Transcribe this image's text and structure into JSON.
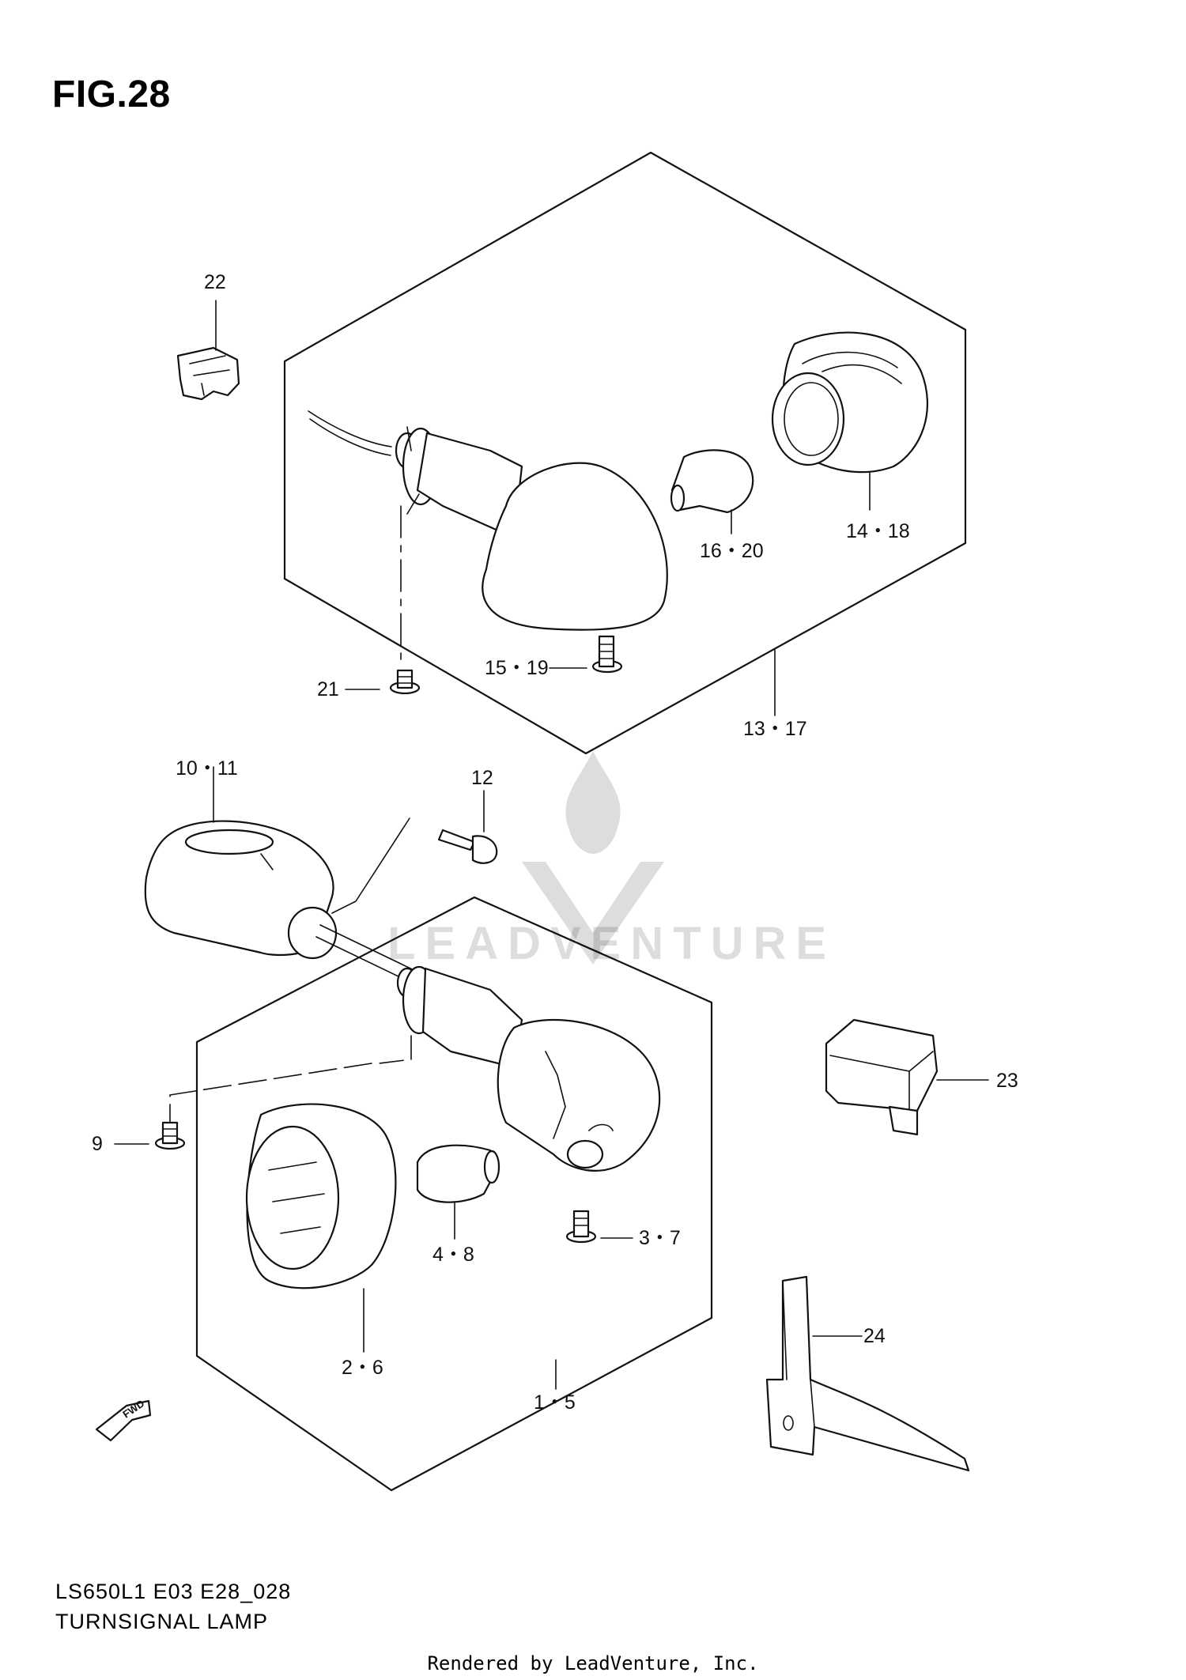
{
  "figure": {
    "title": "FIG.28"
  },
  "callouts": [
    {
      "id": "22",
      "text": "22"
    },
    {
      "id": "14-18",
      "text": "14・18"
    },
    {
      "id": "16-20",
      "text": "16・20"
    },
    {
      "id": "15-19",
      "text": "15・19"
    },
    {
      "id": "21",
      "text": "21"
    },
    {
      "id": "13-17",
      "text": "13・17"
    },
    {
      "id": "10-11",
      "text": "10・11"
    },
    {
      "id": "12",
      "text": "12"
    },
    {
      "id": "23",
      "text": "23"
    },
    {
      "id": "9",
      "text": "9"
    },
    {
      "id": "4-8",
      "text": "4・8"
    },
    {
      "id": "3-7",
      "text": "3・7"
    },
    {
      "id": "24",
      "text": "24"
    },
    {
      "id": "2-6",
      "text": "2・6"
    },
    {
      "id": "1-5",
      "text": "1・5"
    }
  ],
  "fwd_arrow": {
    "text": "FWD"
  },
  "footer": {
    "code": "LS650L1 E03 E28_028",
    "title": "TURNSIGNAL LAMP",
    "rendered_by": "Rendered by LeadVenture, Inc."
  },
  "watermark": {
    "text": "LEADVENTURE"
  }
}
